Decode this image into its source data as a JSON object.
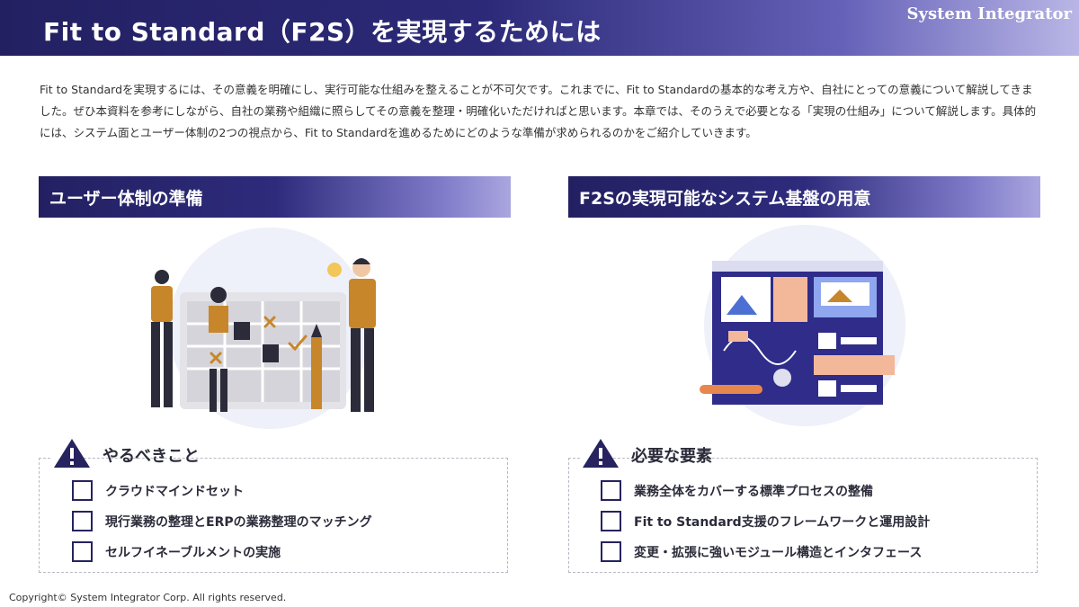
{
  "header": {
    "title": "Fit to Standard（F2S）を実現するためには",
    "brand": "System Integrator"
  },
  "intro": "Fit to Standardを実現するには、その意義を明確にし、実行可能な仕組みを整えることが不可欠です。これまでに、Fit to Standardの基本的な考え方や、自社にとっての意義について解説してきました。ぜひ本資料を参考にしながら、自社の業務や組織に照らしてその意義を整理・明確化いただければと思います。本章では、そのうえで必要となる「実現の仕組み」について解説します。具体的には、システム面とユーザー体制の2つの視点から、Fit to Standardを進めるためにどのような準備が求められるのかをご紹介していきます。",
  "left": {
    "title": "ユーザー体制の準備",
    "panel_label": "やるべきこと",
    "items": [
      "クラウドマインドセット",
      "現行業務の整理とERPの業務整理のマッチング",
      "セルフイネーブルメントの実施"
    ]
  },
  "right": {
    "title": "F2Sの実現可能なシステム基盤の用意",
    "panel_label": "必要な要素",
    "items": [
      "業務全体をカバーする標準プロセスの整備",
      "Fit to Standard支援のフレームワークと運用設計",
      "変更・拡張に強いモジュール構造とインタフェース"
    ]
  },
  "footer": "Copyright© System Integrator Corp. All rights reserved.",
  "colors": {
    "navy": "#232062",
    "accent_orange": "#c8862a",
    "panel_border": "#b9b9c4"
  },
  "icons": {
    "warning": "warning-triangle-icon",
    "checkbox": "empty-checkbox-icon"
  }
}
